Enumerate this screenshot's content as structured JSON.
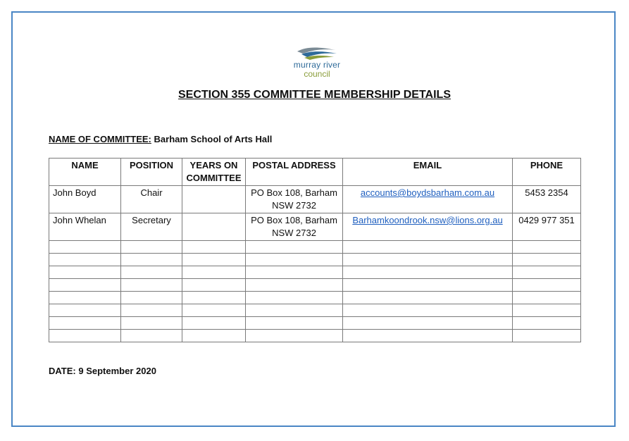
{
  "logo": {
    "line1": "murray river",
    "line2": "council",
    "colors": {
      "blue": "#2e6a99",
      "green": "#8a9d3a",
      "grey": "#7b8b95"
    }
  },
  "title": "SECTION 355 COMMITTEE MEMBERSHIP DETAILS",
  "committee": {
    "label": "NAME OF COMMITTEE:",
    "value": "Barham School of Arts Hall"
  },
  "table": {
    "headers": {
      "name": "NAME",
      "position": "POSITION",
      "years": "YEARS ON COMMITTEE",
      "address": "POSTAL ADDRESS",
      "email": "EMAIL",
      "phone": "PHONE"
    },
    "rows": [
      {
        "name": "John Boyd",
        "position": "Chair",
        "years": "",
        "address": "PO Box 108, Barham NSW 2732",
        "email": "accounts@boydsbarham.com.au",
        "phone": "5453 2354"
      },
      {
        "name": "John Whelan",
        "position": "Secretary",
        "years": "",
        "address": "PO Box 108, Barham NSW 2732",
        "email": "Barhamkoondrook.nsw@lions.org.au",
        "phone": "0429 977 351"
      }
    ]
  },
  "date": "DATE: 9 September 2020",
  "colors": {
    "frame": "#4a86c5",
    "link": "#1f5fbf"
  }
}
